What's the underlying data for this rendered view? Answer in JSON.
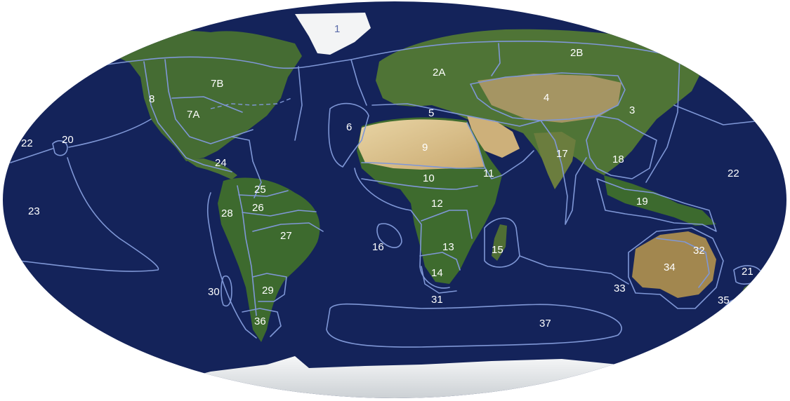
{
  "map": {
    "colors": {
      "ocean": "#14235a",
      "land": "#3f6a31",
      "desert": "#d9c08c",
      "ice": "#eef1f3",
      "boundary": "#7f97d6",
      "label": "#ffffff"
    },
    "regions": [
      {
        "id": "1",
        "label": "1"
      },
      {
        "id": "2A",
        "label": "2A"
      },
      {
        "id": "2B",
        "label": "2B"
      },
      {
        "id": "3",
        "label": "3"
      },
      {
        "id": "4",
        "label": "4"
      },
      {
        "id": "5",
        "label": "5"
      },
      {
        "id": "6",
        "label": "6"
      },
      {
        "id": "7A",
        "label": "7A"
      },
      {
        "id": "7B",
        "label": "7B"
      },
      {
        "id": "8",
        "label": "8"
      },
      {
        "id": "9",
        "label": "9"
      },
      {
        "id": "10",
        "label": "10"
      },
      {
        "id": "11",
        "label": "11"
      },
      {
        "id": "12",
        "label": "12"
      },
      {
        "id": "13",
        "label": "13"
      },
      {
        "id": "14",
        "label": "14"
      },
      {
        "id": "15",
        "label": "15"
      },
      {
        "id": "16",
        "label": "16"
      },
      {
        "id": "17",
        "label": "17"
      },
      {
        "id": "18",
        "label": "18"
      },
      {
        "id": "19",
        "label": "19"
      },
      {
        "id": "20",
        "label": "20"
      },
      {
        "id": "21",
        "label": "21"
      },
      {
        "id": "22-west",
        "label": "22"
      },
      {
        "id": "22-east",
        "label": "22"
      },
      {
        "id": "23",
        "label": "23"
      },
      {
        "id": "24",
        "label": "24"
      },
      {
        "id": "25",
        "label": "25"
      },
      {
        "id": "26",
        "label": "26"
      },
      {
        "id": "27",
        "label": "27"
      },
      {
        "id": "28",
        "label": "28"
      },
      {
        "id": "29",
        "label": "29"
      },
      {
        "id": "30",
        "label": "30"
      },
      {
        "id": "31",
        "label": "31"
      },
      {
        "id": "32",
        "label": "32"
      },
      {
        "id": "33",
        "label": "33"
      },
      {
        "id": "34",
        "label": "34"
      },
      {
        "id": "35",
        "label": "35"
      },
      {
        "id": "36",
        "label": "36"
      },
      {
        "id": "37",
        "label": "37"
      }
    ]
  }
}
